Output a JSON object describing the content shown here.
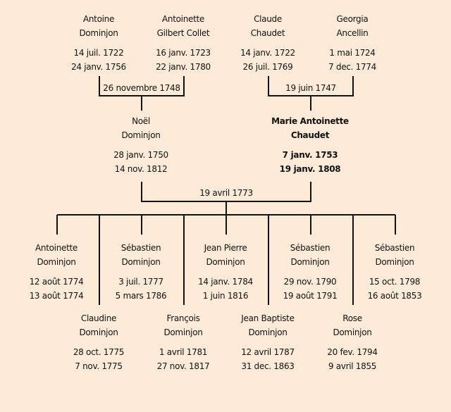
{
  "grandparents": [
    {
      "first": "Antoine",
      "last": "Dominjon",
      "birth": "14 juil. 1722",
      "death": "24 janv. 1756"
    },
    {
      "first": "Antoinette",
      "last": "Gilbert Collet",
      "birth": "16 janv. 1723",
      "death": "22 janv. 1780"
    },
    {
      "first": "Claude",
      "last": "Chaudet",
      "birth": "14 janv. 1722",
      "death": "26 juil. 1769"
    },
    {
      "first": "Georgia",
      "last": "Ancellin",
      "birth": "1 mai 1724",
      "death": "7 dec. 1774"
    }
  ],
  "grandparent_marriages": [
    "26 novembre 1748",
    "19 juin 1747"
  ],
  "parents": [
    {
      "first": "Noël",
      "last": "Dominjon",
      "birth": "28 janv. 1750",
      "death": "14 nov. 1812"
    },
    {
      "first": "Marie Antoinette",
      "last": "Chaudet",
      "birth": "7 janv. 1753",
      "death": "19 janv. 1808",
      "highlight": true
    }
  ],
  "parent_marriage": "19 avril 1773",
  "children": [
    {
      "first": "Antoinette",
      "last": "Dominjon",
      "birth": "12 août 1774",
      "death": "13 août 1774"
    },
    {
      "first": "Claudine",
      "last": "Dominjon",
      "birth": "28 oct. 1775",
      "death": "7 nov. 1775"
    },
    {
      "first": "Sébastien",
      "last": "Dominjon",
      "birth": "3 juil. 1777",
      "death": "5 mars 1786"
    },
    {
      "first": "François",
      "last": "Dominjon",
      "birth": "1 avril 1781",
      "death": "27 nov. 1817"
    },
    {
      "first": "Jean Pierre",
      "last": "Dominjon",
      "birth": "14 janv. 1784",
      "death": "1 juin 1816"
    },
    {
      "first": "Jean Baptiste",
      "last": "Dominjon",
      "birth": "12 avril 1787",
      "death": "31 dec. 1863"
    },
    {
      "first": "Sébastien",
      "last": "Dominjon",
      "birth": "29 nov. 1790",
      "death": "19 août 1791"
    },
    {
      "first": "Rose",
      "last": "Dominjon",
      "birth": "20 fev. 1794",
      "death": "9 avril 1855"
    },
    {
      "first": "Sébastien",
      "last": "Dominjon",
      "birth": "15 oct. 1798",
      "death": "16 août 1853"
    }
  ]
}
